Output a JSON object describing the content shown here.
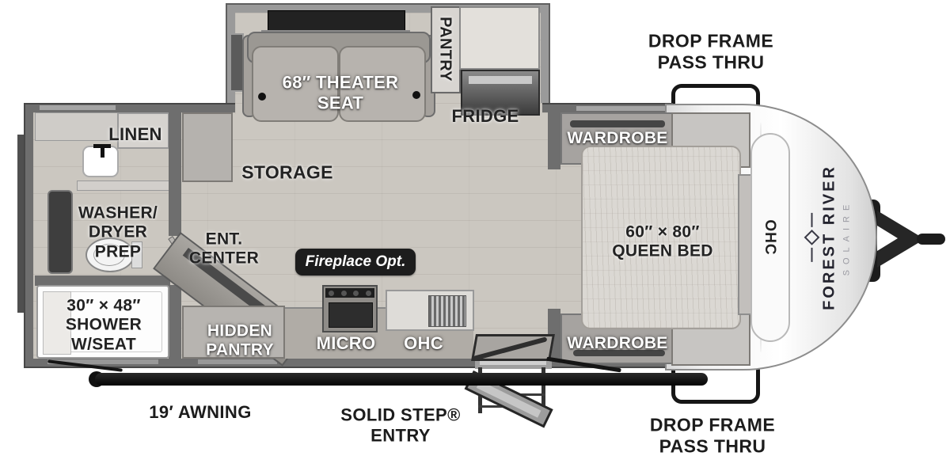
{
  "title": "Forest River Solaire travel trailer floor plan",
  "colors": {
    "wall": "#6e6e6e",
    "floor_wood": "#cbc7c0",
    "accent_dark": "#1a1a1a",
    "front_cap": "#f7f7f7",
    "badge_bg": "#1d1d1d"
  },
  "labels": {
    "drop_frame_top": "DROP FRAME\nPASS THRU",
    "drop_frame_bottom": "DROP FRAME\nPASS THRU",
    "theater_seat": "68″ THEATER\nSEAT",
    "pantry": "PANTRY",
    "fridge": "FRIDGE",
    "wardrobe_top": "WARDROBE",
    "wardrobe_bottom": "WARDROBE",
    "linen": "LINEN",
    "storage": "STORAGE",
    "washer_dryer_prep": "WASHER/\nDRYER\nPREP",
    "ent_center": "ENT.\nCENTER",
    "fireplace_opt": "Fireplace Opt.",
    "queen_bed": "60″ × 80″\nQUEEN BED",
    "ohc_bedroom": "OHC",
    "shower": "30″ × 48″\nSHOWER\nW/SEAT",
    "hidden_pantry": "HIDDEN\nPANTRY",
    "micro": "MICRO",
    "ohc_kitchen": "OHC",
    "awning": "19′ AWNING",
    "solid_step_entry": "SOLID STEP®\nENTRY",
    "brand_make": "FOREST RIVER",
    "brand_model": "SOLAIRE"
  }
}
